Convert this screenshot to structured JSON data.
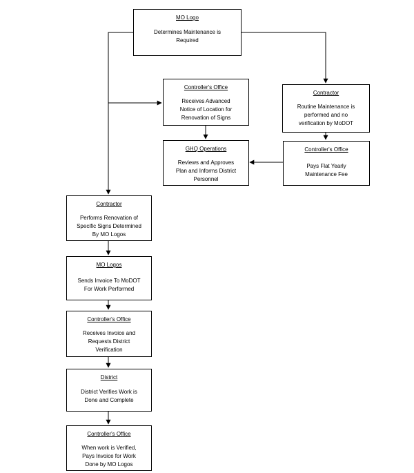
{
  "nodes": [
    {
      "id": "mo-logo",
      "title": "MO Logo",
      "lines": [
        "Determines Maintenance is",
        "Required"
      ]
    },
    {
      "id": "controllers-office-1",
      "title": "Controller's Office",
      "lines": [
        "Receives Advanced",
        "Notice of Location for",
        "Renovation of Signs"
      ]
    },
    {
      "id": "contractor-1",
      "title": "Contractor",
      "lines": [
        "Routine Maintenance is",
        "performed and no",
        "verification by MoDOT"
      ]
    },
    {
      "id": "ghq-operations",
      "title": "GHQ Operations",
      "lines": [
        "Reviews and Approves",
        "Plan and Informs District",
        "Personnel"
      ]
    },
    {
      "id": "controllers-office-2",
      "title": "Controller's Office",
      "lines": [
        "Pays Flat Yearly",
        "Maintenance Fee"
      ]
    },
    {
      "id": "contractor-2",
      "title": "Contractor",
      "lines": [
        "Performs Renovation of",
        "Specific Signs Determined",
        "By MO Logos"
      ]
    },
    {
      "id": "mo-logos",
      "title": "MO Logos",
      "lines": [
        "Sends Invoice To MoDOT",
        "For Work Performed"
      ]
    },
    {
      "id": "controllers-office-3",
      "title": "Controller's Office",
      "lines": [
        "Receives Invoice and",
        "Requests District",
        "Verification"
      ]
    },
    {
      "id": "district",
      "title": "District",
      "lines": [
        "District Verifies Work is",
        "Done and Complete"
      ]
    },
    {
      "id": "controllers-office-4",
      "title": "Controller's Office",
      "lines": [
        "When work is Verified,",
        "Pays Invoice for Work",
        "Done by MO Logos"
      ]
    }
  ]
}
